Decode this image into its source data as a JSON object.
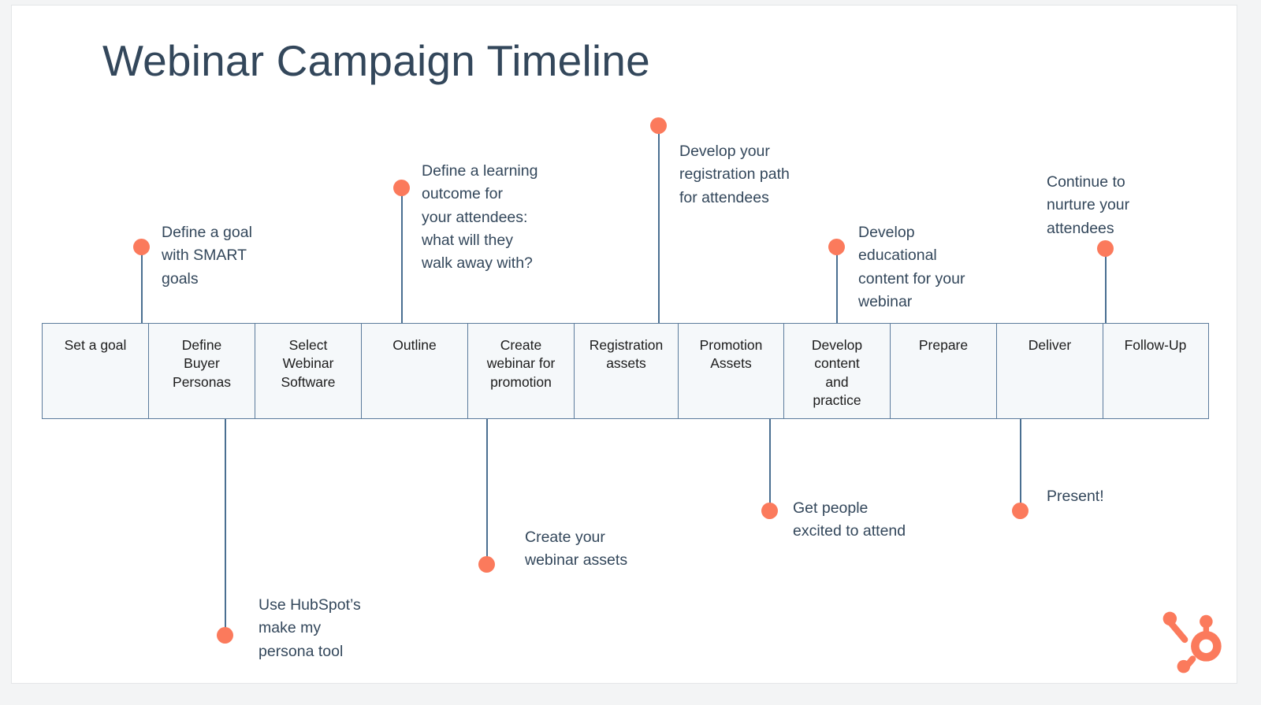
{
  "page": {
    "title": "Webinar Campaign Timeline",
    "brand_logo": "hubspot-sprocket-icon"
  },
  "colors": {
    "accent_dot": "#fb7a5c",
    "text_navy": "#33475b",
    "box_fill": "#f5f8fa",
    "box_border": "#5b7b9c",
    "connector": "#4a6f91",
    "card_bg": "#ffffff",
    "page_bg": "#f3f4f5"
  },
  "timeline": {
    "stages": [
      {
        "label": "Set a goal"
      },
      {
        "label": "Define\nBuyer\nPersonas"
      },
      {
        "label": "Select\nWebinar\nSoftware"
      },
      {
        "label": "Outline"
      },
      {
        "label": "Create\nwebinar for\npromotion"
      },
      {
        "label": "Registration\nassets"
      },
      {
        "label": "Promotion\nAssets"
      },
      {
        "label": "Develop\ncontent\nand\npractice"
      },
      {
        "label": "Prepare"
      },
      {
        "label": "Deliver"
      },
      {
        "label": "Follow-Up"
      }
    ]
  },
  "annotations": {
    "above": [
      {
        "text": "Define a goal\nwith SMART\ngoals",
        "anchor_stage": "Define Buyer Personas"
      },
      {
        "text": "Define a learning\noutcome for\nyour attendees:\nwhat will they\nwalk away with?",
        "anchor_stage": "Outline"
      },
      {
        "text": "Develop your\nregistration path\nfor attendees",
        "anchor_stage": "Registration assets"
      },
      {
        "text": "Develop\neducational\ncontent for your\nwebinar",
        "anchor_stage": "Develop content and practice"
      },
      {
        "text": "Continue to\nnurture your\nattendees",
        "anchor_stage": "Follow-Up"
      }
    ],
    "below": [
      {
        "text": "Use HubSpot’s\nmake my\npersona tool",
        "anchor_stage": "Define Buyer Personas"
      },
      {
        "text": "Create your\nwebinar assets",
        "anchor_stage": "Create webinar for promotion"
      },
      {
        "text": "Get people\nexcited to attend",
        "anchor_stage": "Promotion Assets"
      },
      {
        "text": "Present!",
        "anchor_stage": "Deliver"
      }
    ]
  }
}
